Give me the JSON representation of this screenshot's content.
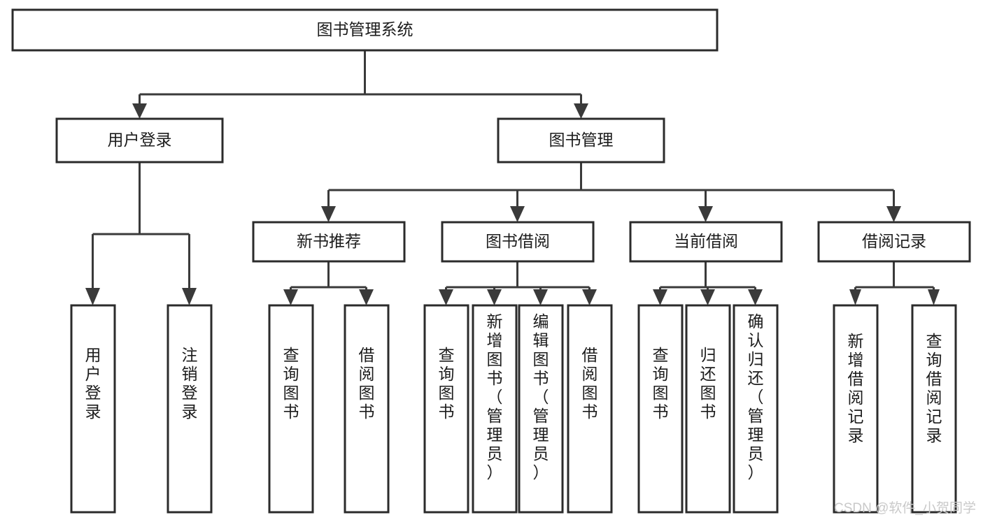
{
  "diagram": {
    "title": "图书管理系统",
    "type": "tree-hierarchy-chart",
    "root": {
      "id": "root",
      "label": "图书管理系统"
    },
    "level2": [
      {
        "id": "user-login",
        "label": "用户登录"
      },
      {
        "id": "book-manage",
        "label": "图书管理"
      }
    ],
    "level3": [
      {
        "id": "new-book-recommend",
        "label": "新书推荐",
        "parent": "book-manage"
      },
      {
        "id": "book-borrow",
        "label": "图书借阅",
        "parent": "book-manage"
      },
      {
        "id": "current-borrow",
        "label": "当前借阅",
        "parent": "book-manage"
      },
      {
        "id": "borrow-record",
        "label": "借阅记录",
        "parent": "book-manage"
      }
    ],
    "leaves": {
      "user_login": [
        {
          "id": "leaf-user-login",
          "label": "用户登录"
        },
        {
          "id": "leaf-logout",
          "label": "注销登录"
        }
      ],
      "new_book_recommend": [
        {
          "id": "leaf-query-book-1",
          "label": "查询图书"
        },
        {
          "id": "leaf-borrow-book-1",
          "label": "借阅图书"
        }
      ],
      "book_borrow": [
        {
          "id": "leaf-query-book-2",
          "label": "查询图书"
        },
        {
          "id": "leaf-add-book",
          "label": "新增图书（管理员）"
        },
        {
          "id": "leaf-edit-book",
          "label": "编辑图书（管理员）"
        },
        {
          "id": "leaf-borrow-book-2",
          "label": "借阅图书"
        }
      ],
      "current_borrow": [
        {
          "id": "leaf-query-book-3",
          "label": "查询图书"
        },
        {
          "id": "leaf-return-book",
          "label": "归还图书"
        },
        {
          "id": "leaf-confirm-return",
          "label": "确认归还（管理员）"
        }
      ],
      "borrow_record": [
        {
          "id": "leaf-add-record",
          "label": "新增借阅记录"
        },
        {
          "id": "leaf-query-record",
          "label": "查询借阅记录"
        }
      ]
    }
  },
  "watermark": {
    "text": "CSDN @软件_小贺同学"
  },
  "colors": {
    "background": "#ffffff",
    "box_fill": "#ffffff",
    "box_stroke": "#2b2b2b",
    "connector": "#3a3a3a",
    "text": "#1c1c1c",
    "watermark": "#c9c9c9"
  }
}
